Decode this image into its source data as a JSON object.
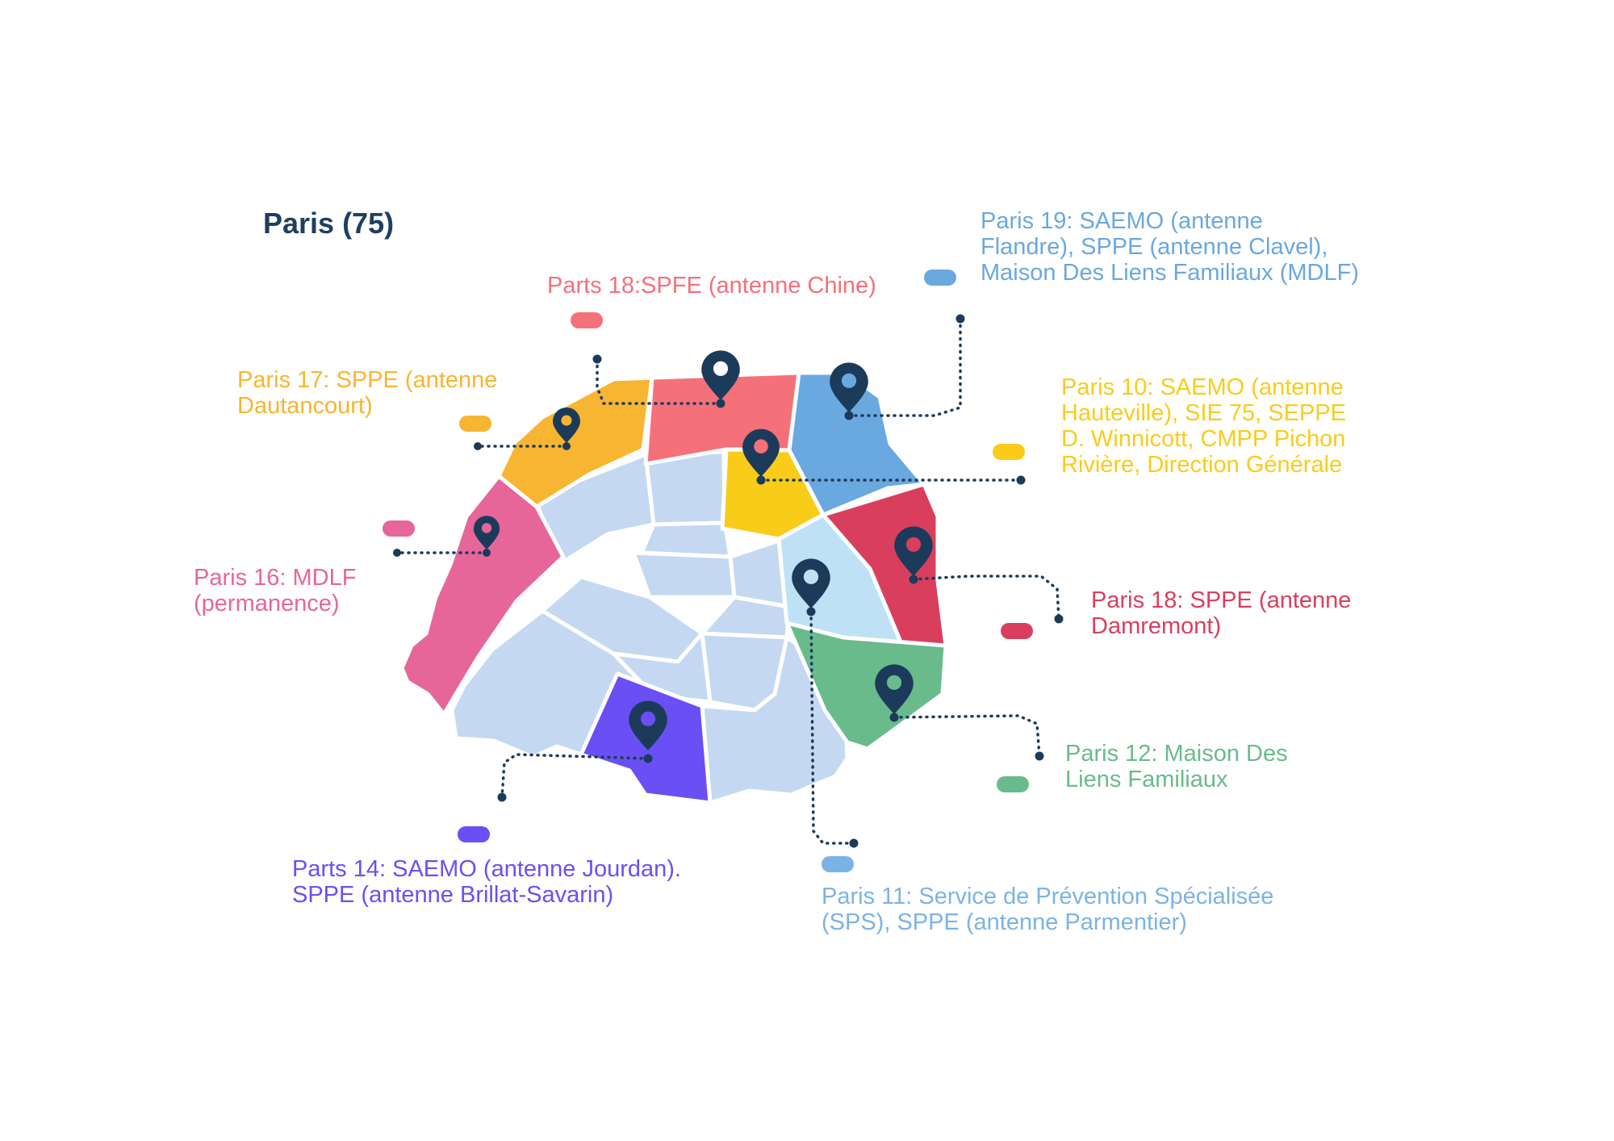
{
  "title": "Paris (75)",
  "colors": {
    "pin": "#1c3b5a",
    "arrondissement_default": "#c4d8f1",
    "border": "#ffffff"
  },
  "icons": {
    "location_pin": "map-pin-icon",
    "legend_swatch": "pill-swatch"
  },
  "services": [
    {
      "id": "paris-19",
      "text": "Paris 19: SAEMO (antenne\nFlandre), SPPE (antenne Clavel),\nMaison Des Liens Familiaux (MDLF)",
      "color": "#6aa8e0"
    },
    {
      "id": "parts-18-spfe",
      "text": "Parts 18:SPFE (antenne Chine)",
      "color": "#f4717a"
    },
    {
      "id": "paris-17",
      "text": "Paris 17: SPPE (antenne\nDautancourt)",
      "color": "#f7b531"
    },
    {
      "id": "paris-10",
      "text": "Paris 10: SAEMO (antenne\nHauteville), SIE 75, SEPPE\nD. Winnicott, CMPP Pichon\nRivière, Direction Générale",
      "color": "#f9cc1a"
    },
    {
      "id": "paris-16",
      "text": "Paris 16: MDLF\n(permanence)",
      "color": "#e7669a"
    },
    {
      "id": "paris-18-sppe",
      "text": "Paris 18: SPPE (antenne\nDamremont)",
      "color": "#d93f5d"
    },
    {
      "id": "paris-12",
      "text": "Paris 12: Maison Des\nLiens Familiaux",
      "color": "#69bb8c"
    },
    {
      "id": "parts-14",
      "text": "Parts 14: SAEMO (antenne Jourdan).\nSPPE (antenne Brillat-Savarin)",
      "color": "#6a4ff5"
    },
    {
      "id": "paris-11",
      "text": "Paris 11: Service de Prévention Spécialisée\n(SPS), SPPE (antenne Parmentier)",
      "color": "#7bb3e6"
    }
  ]
}
